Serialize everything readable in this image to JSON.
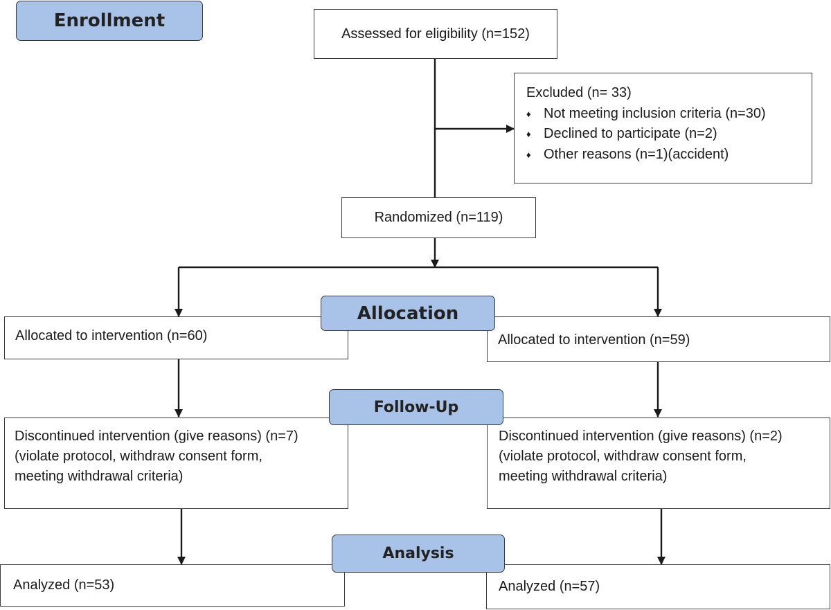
{
  "stages": {
    "enrollment": "Enrollment",
    "allocation": "Allocation",
    "followup": "Follow-Up",
    "analysis": "Analysis"
  },
  "assessed": "Assessed for eligibility (n=152)",
  "excluded": {
    "title": "Excluded  (n= 33)",
    "reasons": [
      "Not meeting inclusion criteria (n=30)",
      "Declined to participate (n=2)",
      "Other reasons (n=1)(accident)"
    ]
  },
  "randomized": "Randomized (n=119)",
  "arms": [
    {
      "allocated": "Allocated to intervention (n=60)",
      "discontinued": [
        "Discontinued intervention (give reasons) (n=7)",
        "(violate protocol, withdraw consent form,",
        "meeting withdrawal criteria)"
      ],
      "analyzed": "Analyzed  (n=53)"
    },
    {
      "allocated": "Allocated to intervention (n=59)",
      "discontinued": [
        "Discontinued intervention (give reasons) (n=2)",
        "(violate protocol, withdraw consent form,",
        "meeting withdrawal criteria)"
      ],
      "analyzed": "Analyzed  (n=57)"
    }
  ]
}
